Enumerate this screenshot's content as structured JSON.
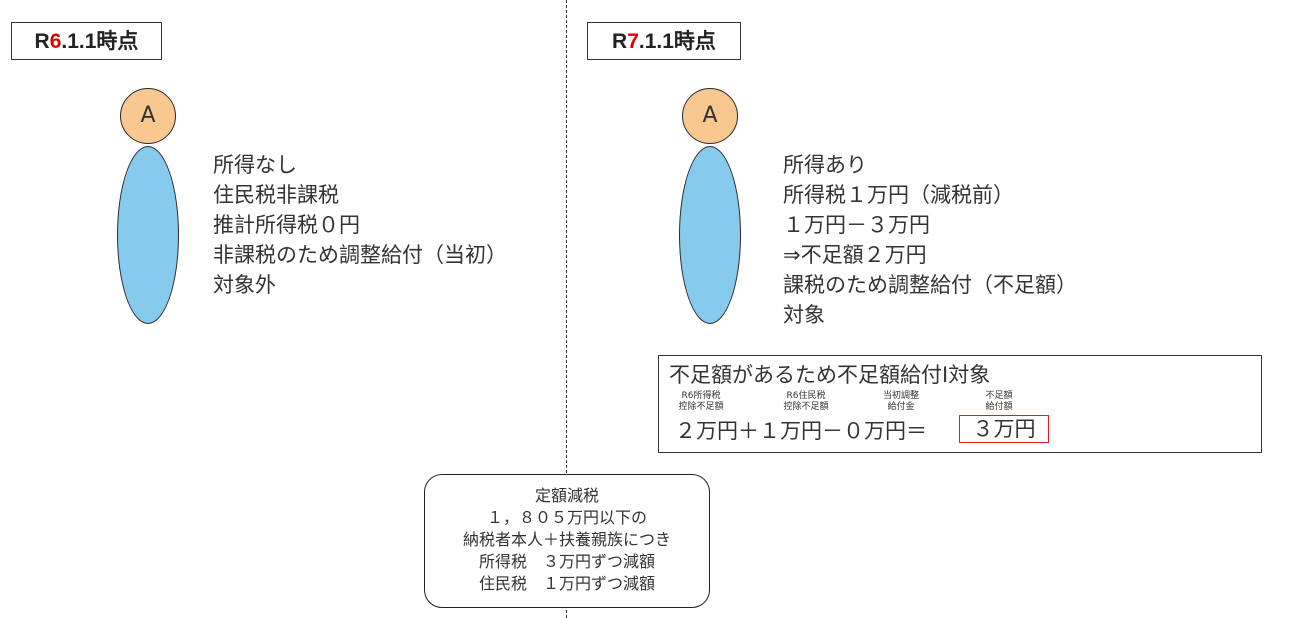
{
  "left": {
    "date_prefix": "R",
    "date_accent": "6",
    "date_suffix": ".1.1時点",
    "person_label": "A",
    "lines": [
      "所得なし",
      "住民税非課税",
      "推計所得税０円",
      "非課税のため調整給付（当初）",
      "対象外"
    ]
  },
  "right": {
    "date_prefix": "R",
    "date_accent": "7",
    "date_suffix": ".1.1時点",
    "person_label": "A",
    "lines": [
      "所得あり",
      "所得税１万円（減税前）",
      "１万円－３万円",
      "⇒不足額２万円",
      "課税のため調整給付（不足額）",
      "対象"
    ]
  },
  "shortage": {
    "title": "不足額があるため不足額給付Ⅰ対象",
    "labels": [
      [
        "R6所得税",
        "控除不足額"
      ],
      [
        "R6住民税",
        "控除不足額"
      ],
      [
        "当初調整",
        "給付金"
      ],
      [
        "不足額",
        "給付額"
      ]
    ],
    "formula": "２万円＋１万円－０万円＝",
    "result": "３万円"
  },
  "tax_reduction": {
    "lines": [
      "定額減税",
      "１，８０５万円以下の",
      "納税者本人＋扶養親族につき",
      "所得税　３万円ずつ減額",
      "住民税　１万円ずつ減額"
    ]
  },
  "colors": {
    "accent_red": "#e60000",
    "head_fill": "#f9c890",
    "body_fill": "#86cbed",
    "result_border": "#e02020"
  }
}
